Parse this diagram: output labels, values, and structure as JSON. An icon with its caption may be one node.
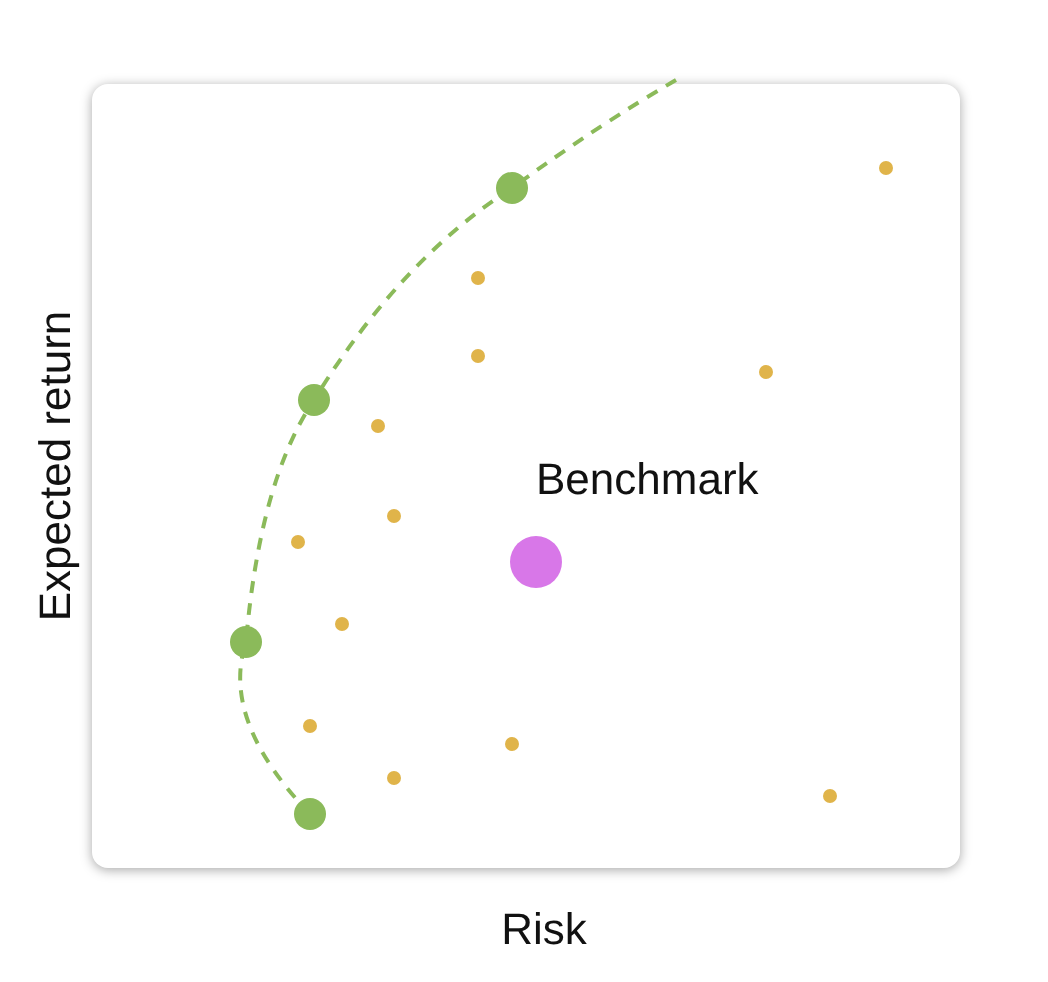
{
  "diagram": {
    "labels": [
      "Expected return",
      "Benchmark",
      "Risk"
    ]
  }
}
